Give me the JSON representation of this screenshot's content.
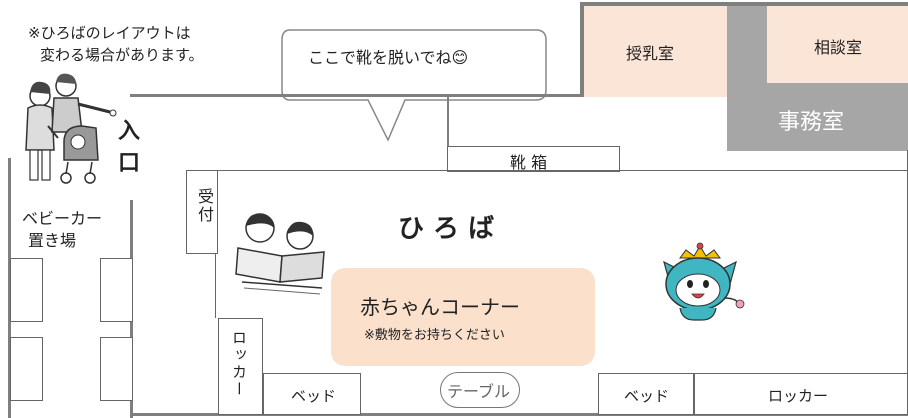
{
  "notice": {
    "line1": "※ひろばのレイアウトは",
    "line2": "変わる場合があります。"
  },
  "bubble": {
    "text": "ここで靴を脱いでね😊"
  },
  "entrance": {
    "line1": "入",
    "line2": "口"
  },
  "rooms": {
    "nursing": "授乳室",
    "consultation": "相談室",
    "office": "事務室",
    "shoe_box": "靴 箱",
    "reception": "受付",
    "stroller_line1": "ベビーカー",
    "stroller_line2": "置き場",
    "main_area": "ひ ろ ば",
    "baby_corner_title": "赤ちゃんコーナー",
    "baby_corner_note": "※敷物をお持ちください",
    "locker_vertical": "ロッカー",
    "bed_left": "ベッド",
    "table": "テーブル",
    "bed_right": "ベッド",
    "locker_right": "ロッカー"
  },
  "colors": {
    "room_peach": "#fbe5d6",
    "corner_peach": "#fbe0cc",
    "office_gray": "#a6a6a6",
    "wall_gray": "#7f7f7f",
    "mascot_teal": "#3fb6c2"
  },
  "icons": {
    "family": "family-with-stroller-illustration",
    "children": "children-reading-illustration",
    "mascot": "teal-mascot-illustration"
  }
}
